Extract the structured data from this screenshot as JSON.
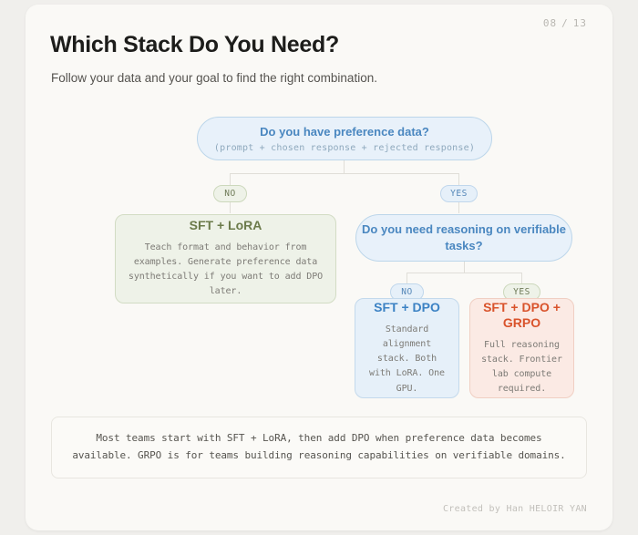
{
  "slide": {
    "page_current": "08",
    "page_separator": "/",
    "page_total": "13",
    "title": "Which Stack Do You Need?",
    "subtitle": "Follow your data and your goal to find the right combination.",
    "credit": "Created by Han HELOIR YAN"
  },
  "flow": {
    "decision1": {
      "question": "Do you have preference data?",
      "detail": "(prompt + chosen response + rejected response)"
    },
    "decision1_branches": {
      "no_label": "NO",
      "yes_label": "YES"
    },
    "outcome_sft_lora": {
      "title": "SFT + LoRA",
      "body": "Teach format and behavior from examples. Generate preference data synthetically if you want to add DPO later."
    },
    "decision2": {
      "question": "Do you need reasoning on verifiable tasks?"
    },
    "decision2_branches": {
      "no_label": "NO",
      "yes_label": "YES"
    },
    "outcome_sft_dpo": {
      "title": "SFT + DPO",
      "body": "Standard alignment stack. Both with LoRA. One GPU."
    },
    "outcome_sft_dpo_grpo": {
      "title": "SFT + DPO + GRPO",
      "body": "Full reasoning stack. Frontier lab compute required."
    }
  },
  "summary": {
    "text": "Most teams start with SFT + LoRA, then add DPO when preference data becomes available. GRPO is for teams building reasoning capabilities on verifiable domains."
  },
  "colors": {
    "page_background": "#f0efec",
    "card_background": "#faf9f6",
    "accent_blue": "#4a87c0",
    "accent_green": "#6b7a4a",
    "accent_red": "#d9532b",
    "connector": "#e0ded8"
  }
}
